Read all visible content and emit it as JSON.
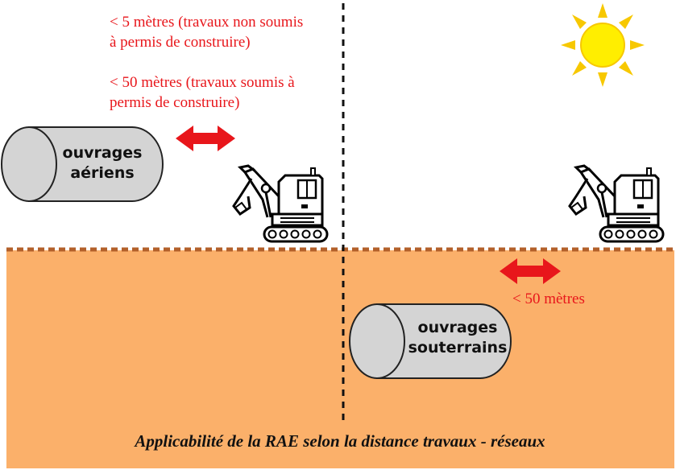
{
  "colors": {
    "ground": "#fbb06a",
    "ground_line": "#b3602a",
    "arrow": "#e8161b",
    "pipe_fill": "#d4d4d4",
    "sun": "#ffee00",
    "sun_rays": "#f7c800",
    "text_red": "#e8161b"
  },
  "notes": {
    "limit_unsubject_line1": "< 5 mètres (travaux non soumis",
    "limit_unsubject_line2": "à permis de construire)",
    "limit_subject_line1": "< 50 mètres (travaux soumis à",
    "limit_subject_line2": "permis de construire)",
    "underground_limit": "< 50 mètres"
  },
  "pipes": {
    "aerial_line1": "ouvrages",
    "aerial_line2": "aériens",
    "underground_line1": "ouvrages",
    "underground_line2": "souterrains"
  },
  "caption": "Applicabilité de la RAE selon la distance travaux - réseaux",
  "icons": [
    "sun-icon",
    "excavator-icon",
    "double-arrow-icon",
    "pipe-cylinder-icon"
  ]
}
